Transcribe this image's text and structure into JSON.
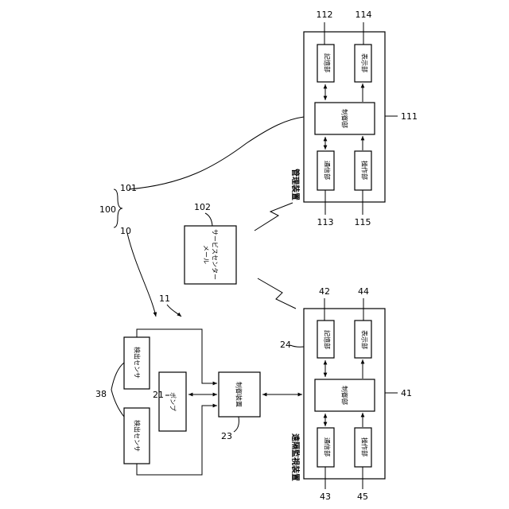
{
  "management_device": {
    "title": "管理装置",
    "ref": "111",
    "storage": {
      "label": "記憶部",
      "ref": "112"
    },
    "display": {
      "label": "表示部",
      "ref": "114"
    },
    "control": {
      "label": "制御部"
    },
    "comm": {
      "label": "通信部",
      "ref": "113"
    },
    "operation": {
      "label": "操作部",
      "ref": "115"
    }
  },
  "remote_monitor": {
    "title": "遠隔監視装置",
    "ref": "41",
    "storage": {
      "label": "記憶部",
      "ref": "42"
    },
    "display": {
      "label": "表示部",
      "ref": "44"
    },
    "control": {
      "label": "制御部"
    },
    "comm": {
      "label": "通信部",
      "ref": "43"
    },
    "operation": {
      "label": "操作部",
      "ref": "45"
    },
    "group_ref": "24"
  },
  "mail_server": {
    "label_line1": "メール",
    "label_line2": "サービスセンター",
    "ref": "102"
  },
  "controller": {
    "label": "制御装置",
    "ref": "23"
  },
  "pump": {
    "label": "ポンプ",
    "ref": "21"
  },
  "sensor_top": {
    "label": "検出センサ"
  },
  "sensor_bottom": {
    "label": "検出センサ"
  },
  "sensors_ref": "38",
  "system_refs": {
    "system": "100",
    "site": "10",
    "manager": "101",
    "station": "11"
  }
}
